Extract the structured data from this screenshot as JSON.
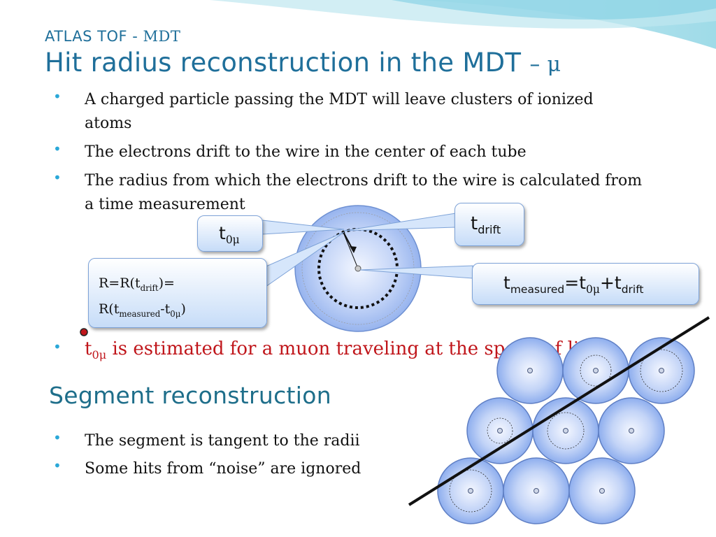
{
  "header": {
    "subtitle_part1": "ATLAS TOF  - ",
    "subtitle_part2": "MDT",
    "title_main": "Hit radius reconstruction in the MDT ",
    "title_dash": "– ",
    "title_mu": "μ"
  },
  "bullets_top": [
    {
      "line1": "A charged particle passing the MDT will leave clusters of ionized",
      "line2": "atoms"
    },
    {
      "line1": "The electrons drift to the wire in the center of each tube"
    },
    {
      "line1": "The radius from which the electrons drift to the wire is calculated from",
      "line2": "a time measurement"
    }
  ],
  "callouts": {
    "t0": {
      "t": "t",
      "sub": "0μ"
    },
    "tdrift": {
      "t": "t",
      "sub": "drift"
    },
    "tmeasured": {
      "t": "t",
      "sub1": "measured",
      "eq": "=t",
      "sub2": "0μ",
      "plus": "+t",
      "sub3": "drift"
    },
    "radius": {
      "l1a": "R=R(t",
      "l1sub": "drift",
      "l1b": ")=",
      "l2a": "R(t",
      "l2sub1": "measured",
      "l2b": "-t",
      "l2sub2": "0μ",
      "l2c": ")"
    }
  },
  "bullet_red": {
    "t": "t",
    "sub": "0μ",
    "text": " is estimated for a muon traveling at the speed of light"
  },
  "section2": {
    "heading": "Segment reconstruction",
    "bullets": [
      "The segment is tangent to the radii",
      "Some hits from “noise” are ignored"
    ]
  },
  "icons": {
    "bullet": "bullet-dot-icon"
  },
  "colors": {
    "title": "#1f6f9a",
    "bullet": "#2aa8d8",
    "red": "#c0161b",
    "tube": "#8fb0ee"
  }
}
